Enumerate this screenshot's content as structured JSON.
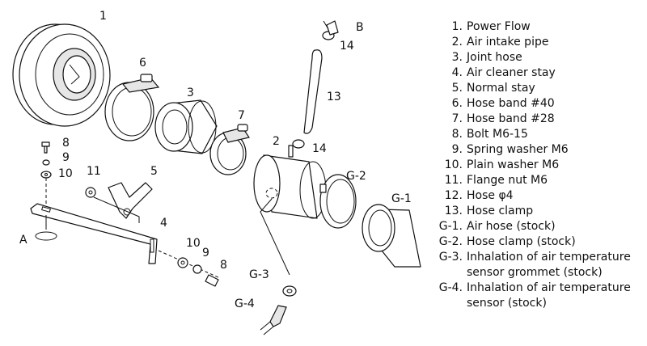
{
  "callouts": {
    "n1": "1",
    "n2": "2",
    "n3": "3",
    "n4": "4",
    "n5": "5",
    "n6": "6",
    "n7": "7",
    "n8a": "8",
    "n9a": "9",
    "n10a": "10",
    "n11": "11",
    "n10b": "10",
    "n9b": "9",
    "n8b": "8",
    "n13": "13",
    "n14a": "14",
    "n14b": "14",
    "A": "A",
    "B": "B",
    "g1": "G-1",
    "g2": "G-2",
    "g3": "G-3",
    "g4": "G-4"
  },
  "legend": [
    {
      "code": "1.",
      "label": "Power Flow"
    },
    {
      "code": "2.",
      "label": "Air intake pipe"
    },
    {
      "code": "3.",
      "label": "Joint hose"
    },
    {
      "code": "4.",
      "label": "Air cleaner stay"
    },
    {
      "code": "5.",
      "label": "Normal stay"
    },
    {
      "code": "6.",
      "label": "Hose band  #40"
    },
    {
      "code": "7.",
      "label": "Hose band  #28"
    },
    {
      "code": "8.",
      "label": "Bolt  M6-15"
    },
    {
      "code": "9.",
      "label": "Spring washer  M6"
    },
    {
      "code": "10.",
      "label": "Plain washer  M6"
    },
    {
      "code": "11.",
      "label": "Flange nut  M6"
    },
    {
      "code": "12.",
      "label": "Hose  φ4"
    },
    {
      "code": "13.",
      "label": "Hose clamp"
    },
    {
      "code": "G-1.",
      "label": "Air hose (stock)"
    },
    {
      "code": "G-2.",
      "label": "Hose clamp (stock)"
    },
    {
      "code": "G-3.",
      "label": "Inhalation of air temperature sensor grommet (stock)"
    },
    {
      "code": "G-4.",
      "label": "Inhalation of air temperature sensor (stock)"
    }
  ]
}
